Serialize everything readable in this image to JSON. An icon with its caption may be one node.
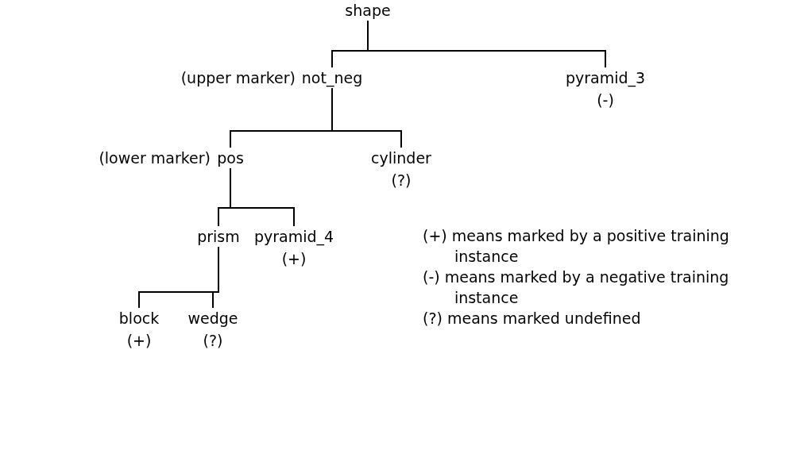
{
  "diagram": {
    "nodes": [
      {
        "text": [
          "shape"
        ]
      },
      {
        "text": [
          "not_neg"
        ],
        "beside": [
          "(upper marker)"
        ]
      },
      {
        "text": [
          "pyramid_3"
        ],
        "beside": [
          "(-)"
        ]
      },
      {
        "text": [
          "pos"
        ],
        "beside": [
          "(lower marker)"
        ]
      },
      {
        "text": [
          "cylinder"
        ],
        "beside": [
          "(?)"
        ]
      },
      {
        "text": [
          "prism"
        ]
      },
      {
        "text": [
          "pyramid_4"
        ],
        "beside": [
          "(+)"
        ]
      },
      {
        "text": [
          "block"
        ],
        "beside": [
          "(+)"
        ]
      },
      {
        "text": [
          "wedge"
        ],
        "beside": [
          "(?)"
        ]
      }
    ],
    "edges": [
      {
        "from": 0,
        "to": 1,
        "arrow": "none"
      },
      {
        "from": 0,
        "to": 2,
        "arrow": "none"
      },
      {
        "from": 1,
        "to": 3,
        "arrow": "none"
      },
      {
        "from": 1,
        "to": 4,
        "arrow": "none"
      },
      {
        "from": 3,
        "to": 5,
        "arrow": "none"
      },
      {
        "from": 3,
        "to": 6,
        "arrow": "none"
      },
      {
        "from": 5,
        "to": 7,
        "arrow": "none"
      },
      {
        "from": 5,
        "to": 8,
        "arrow": "none"
      }
    ],
    "labels": [
      "(+) means marked by a positive training instance",
      "(-) means marked by a negative training instance",
      "(?) means marked undefined"
    ]
  }
}
